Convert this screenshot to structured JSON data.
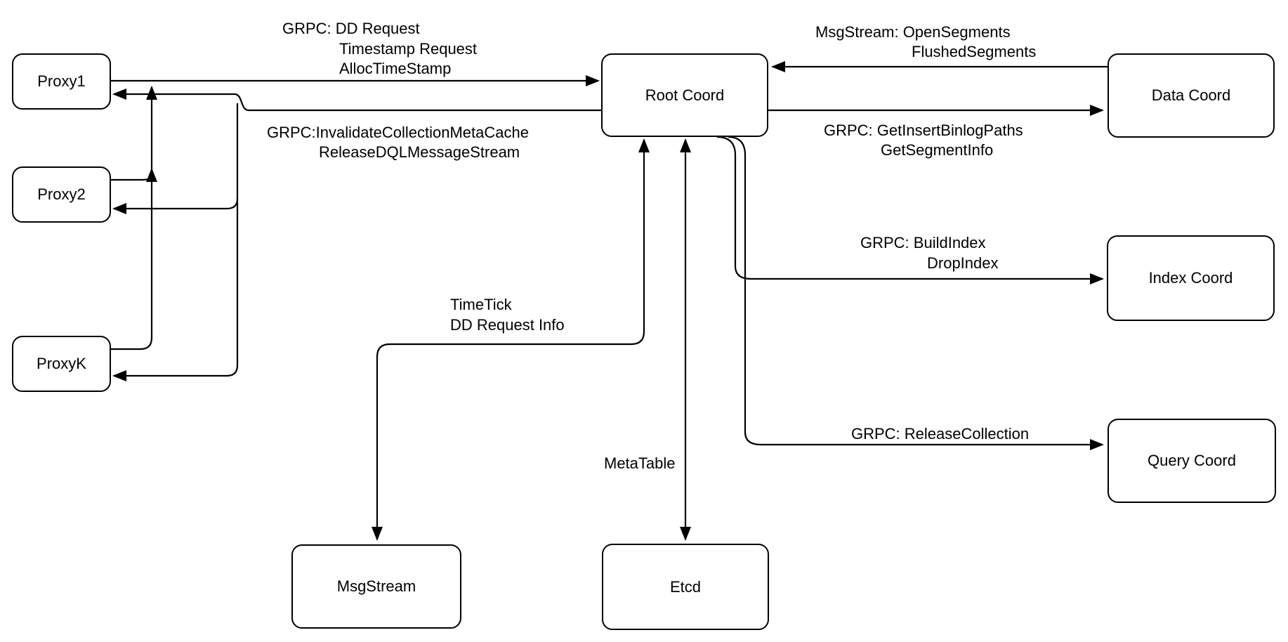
{
  "nodes": {
    "proxy1": "Proxy1",
    "proxy2": "Proxy2",
    "proxyk": "ProxyK",
    "root_coord": "Root Coord",
    "data_coord": "Data Coord",
    "index_coord": "Index Coord",
    "query_coord": "Query Coord",
    "msg_stream": "MsgStream",
    "etcd": "Etcd"
  },
  "edge_labels": {
    "proxy_to_root": {
      "l1": "GRPC: DD Request",
      "l2": "Timestamp Request",
      "l3": "AllocTimeStamp"
    },
    "root_to_proxy": {
      "l1": "GRPC:InvalidateCollectionMetaCache",
      "l2": "ReleaseDQLMessageStream"
    },
    "root_to_msgstream": {
      "l1": "TimeTick",
      "l2": "DD Request Info"
    },
    "root_to_etcd": {
      "l1": "MetaTable"
    },
    "data_to_root": {
      "l1": "MsgStream: OpenSegments",
      "l2": "FlushedSegments"
    },
    "root_to_data": {
      "l1": "GRPC: GetInsertBinlogPaths",
      "l2": "GetSegmentInfo"
    },
    "root_to_index": {
      "l1": "GRPC: BuildIndex",
      "l2": "DropIndex"
    },
    "root_to_query": {
      "l1": "GRPC: ReleaseCollection"
    }
  },
  "edges": [
    {
      "from": "Proxy1/Proxy2/ProxyK",
      "to": "Root Coord",
      "arrows": "to",
      "label": "GRPC: DD Request / Timestamp Request / AllocTimeStamp"
    },
    {
      "from": "Root Coord",
      "to": "Proxy1/Proxy2/ProxyK",
      "arrows": "to",
      "label": "GRPC:InvalidateCollectionMetaCache / ReleaseDQLMessageStream"
    },
    {
      "from": "Root Coord",
      "to": "MsgStream",
      "arrows": "both",
      "label": "TimeTick / DD Request Info"
    },
    {
      "from": "Root Coord",
      "to": "Etcd",
      "arrows": "both",
      "label": "MetaTable"
    },
    {
      "from": "Data Coord",
      "to": "Root Coord",
      "arrows": "to",
      "label": "MsgStream: OpenSegments / FlushedSegments"
    },
    {
      "from": "Root Coord",
      "to": "Data Coord",
      "arrows": "to",
      "label": "GRPC: GetInsertBinlogPaths / GetSegmentInfo"
    },
    {
      "from": "Root Coord",
      "to": "Index Coord",
      "arrows": "to",
      "label": "GRPC: BuildIndex / DropIndex"
    },
    {
      "from": "Root Coord",
      "to": "Query Coord",
      "arrows": "to",
      "label": "GRPC: ReleaseCollection"
    }
  ],
  "colors": {
    "stroke": "#000000",
    "node_fill": "#ffffff",
    "background": "#ffffff"
  }
}
